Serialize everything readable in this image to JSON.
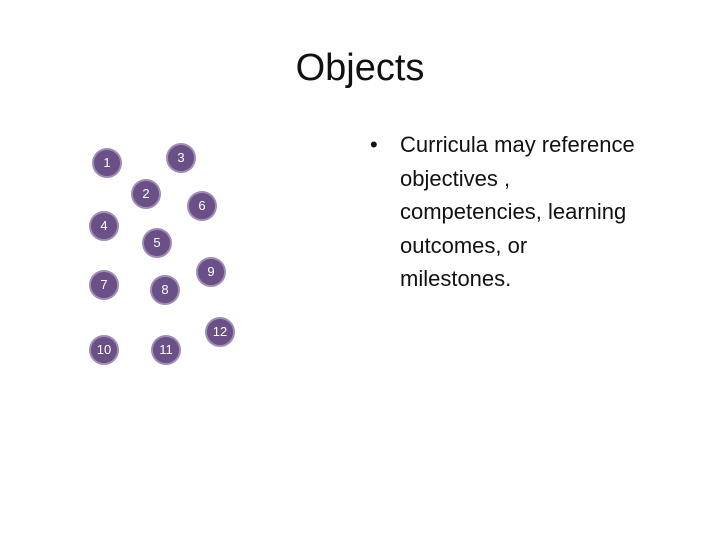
{
  "slide": {
    "title": "Objects",
    "nodes": [
      {
        "label": "1"
      },
      {
        "label": "3"
      },
      {
        "label": "2"
      },
      {
        "label": "6"
      },
      {
        "label": "4"
      },
      {
        "label": "5"
      },
      {
        "label": "7"
      },
      {
        "label": "9"
      },
      {
        "label": "8"
      },
      {
        "label": "12"
      },
      {
        "label": "10"
      },
      {
        "label": "11"
      }
    ],
    "bullets": [
      {
        "marker": "•",
        "lines": [
          "Curricula may reference",
          "objectives ,",
          "competencies, learning",
          "outcomes, or",
          "milestones."
        ]
      }
    ]
  },
  "colors": {
    "node_fill": "#6b4f87",
    "node_border": "#a08db5",
    "text": "#111111"
  }
}
